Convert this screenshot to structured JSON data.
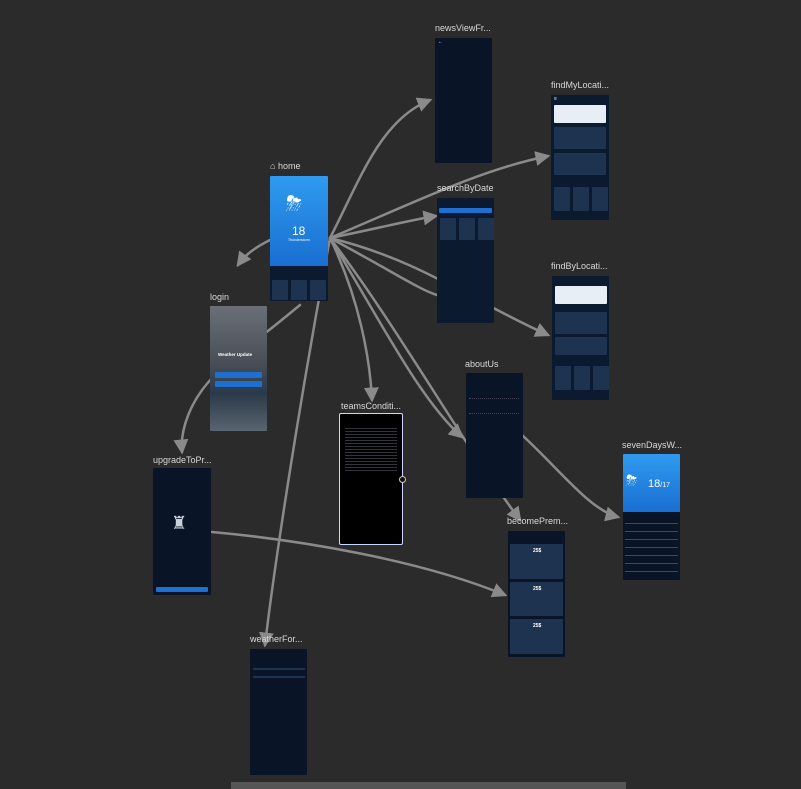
{
  "screens": {
    "newsView": {
      "label": "newsViewFr..."
    },
    "findMyLocation": {
      "label": "findMyLocati..."
    },
    "home": {
      "label": "home",
      "temp": "18",
      "condition": "Thunderstorm"
    },
    "searchByDate": {
      "label": "searchByDate"
    },
    "login": {
      "label": "login",
      "title": "Weather Update"
    },
    "findByLocation": {
      "label": "findByLocati..."
    },
    "aboutUs": {
      "label": "aboutUs"
    },
    "teamsConditions": {
      "label": "teamsConditi..."
    },
    "upgradeToPro": {
      "label": "upgradeToPr..."
    },
    "sevenDays": {
      "label": "sevenDaysW...",
      "temp_hi": "18",
      "temp_lo": "/17"
    },
    "becomePremium": {
      "label": "becomePrem...",
      "prices": [
        "25$",
        "25$",
        "25$"
      ]
    },
    "weatherFormat": {
      "label": "weatherFor..."
    }
  },
  "colors": {
    "canvas": "#2b2b2b",
    "screen_bg": "#0b1a2e",
    "accent": "#1e6fd0",
    "link": "#8a8a8a"
  }
}
